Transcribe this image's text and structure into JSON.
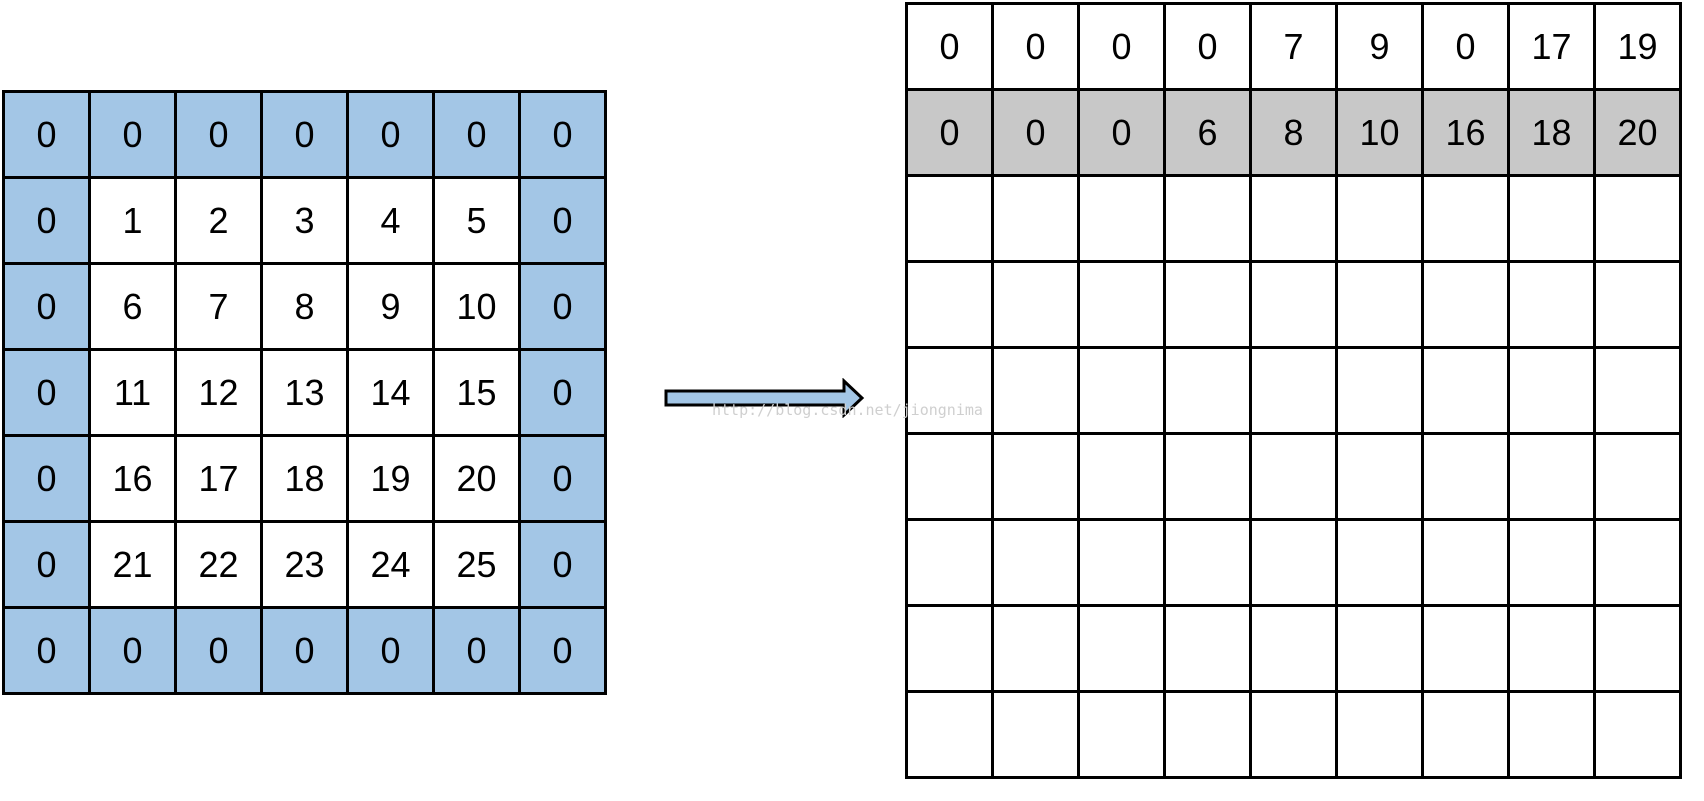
{
  "input_grid": {
    "rows": [
      [
        "0",
        "0",
        "0",
        "0",
        "0",
        "0",
        "0"
      ],
      [
        "0",
        "1",
        "2",
        "3",
        "4",
        "5",
        "0"
      ],
      [
        "0",
        "6",
        "7",
        "8",
        "9",
        "10",
        "0"
      ],
      [
        "0",
        "11",
        "12",
        "13",
        "14",
        "15",
        "0"
      ],
      [
        "0",
        "16",
        "17",
        "18",
        "19",
        "20",
        "0"
      ],
      [
        "0",
        "21",
        "22",
        "23",
        "24",
        "25",
        "0"
      ],
      [
        "0",
        "0",
        "0",
        "0",
        "0",
        "0",
        "0"
      ]
    ],
    "padding_color": "#a3c6e6",
    "inner_color": "#ffffff"
  },
  "output_grid": {
    "rows": [
      [
        "0",
        "0",
        "0",
        "0",
        "7",
        "9",
        "0",
        "17",
        "19"
      ],
      [
        "0",
        "0",
        "0",
        "6",
        "8",
        "10",
        "16",
        "18",
        "20"
      ],
      [
        "",
        "",
        "",
        "",
        "",
        "",
        "",
        "",
        ""
      ],
      [
        "",
        "",
        "",
        "",
        "",
        "",
        "",
        "",
        ""
      ],
      [
        "",
        "",
        "",
        "",
        "",
        "",
        "",
        "",
        ""
      ],
      [
        "",
        "",
        "",
        "",
        "",
        "",
        "",
        "",
        ""
      ],
      [
        "",
        "",
        "",
        "",
        "",
        "",
        "",
        "",
        ""
      ],
      [
        "",
        "",
        "",
        "",
        "",
        "",
        "",
        "",
        ""
      ],
      [
        "",
        "",
        "",
        "",
        "",
        "",
        "",
        "",
        ""
      ]
    ],
    "highlighted_row": 1,
    "highlight_color": "#c8c8c8"
  },
  "arrow": {
    "fill_color": "#a3c6e6",
    "stroke_color": "#000000",
    "direction": "right"
  },
  "watermark": {
    "text": "http://blog.csdn.net/jiongnima"
  }
}
